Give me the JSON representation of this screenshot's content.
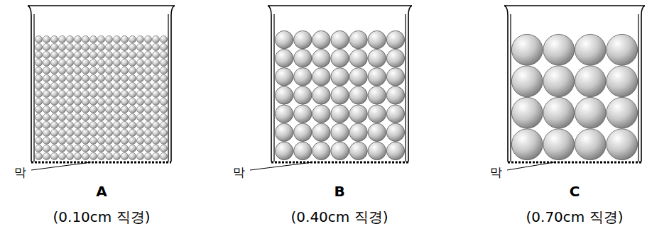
{
  "diagram": {
    "labels": [
      "막",
      "A",
      "(0.10cm 직경)",
      "막",
      "B",
      "(0.40cm 직경)",
      "막",
      "C",
      "(0.70cm 직경)"
    ]
  }
}
